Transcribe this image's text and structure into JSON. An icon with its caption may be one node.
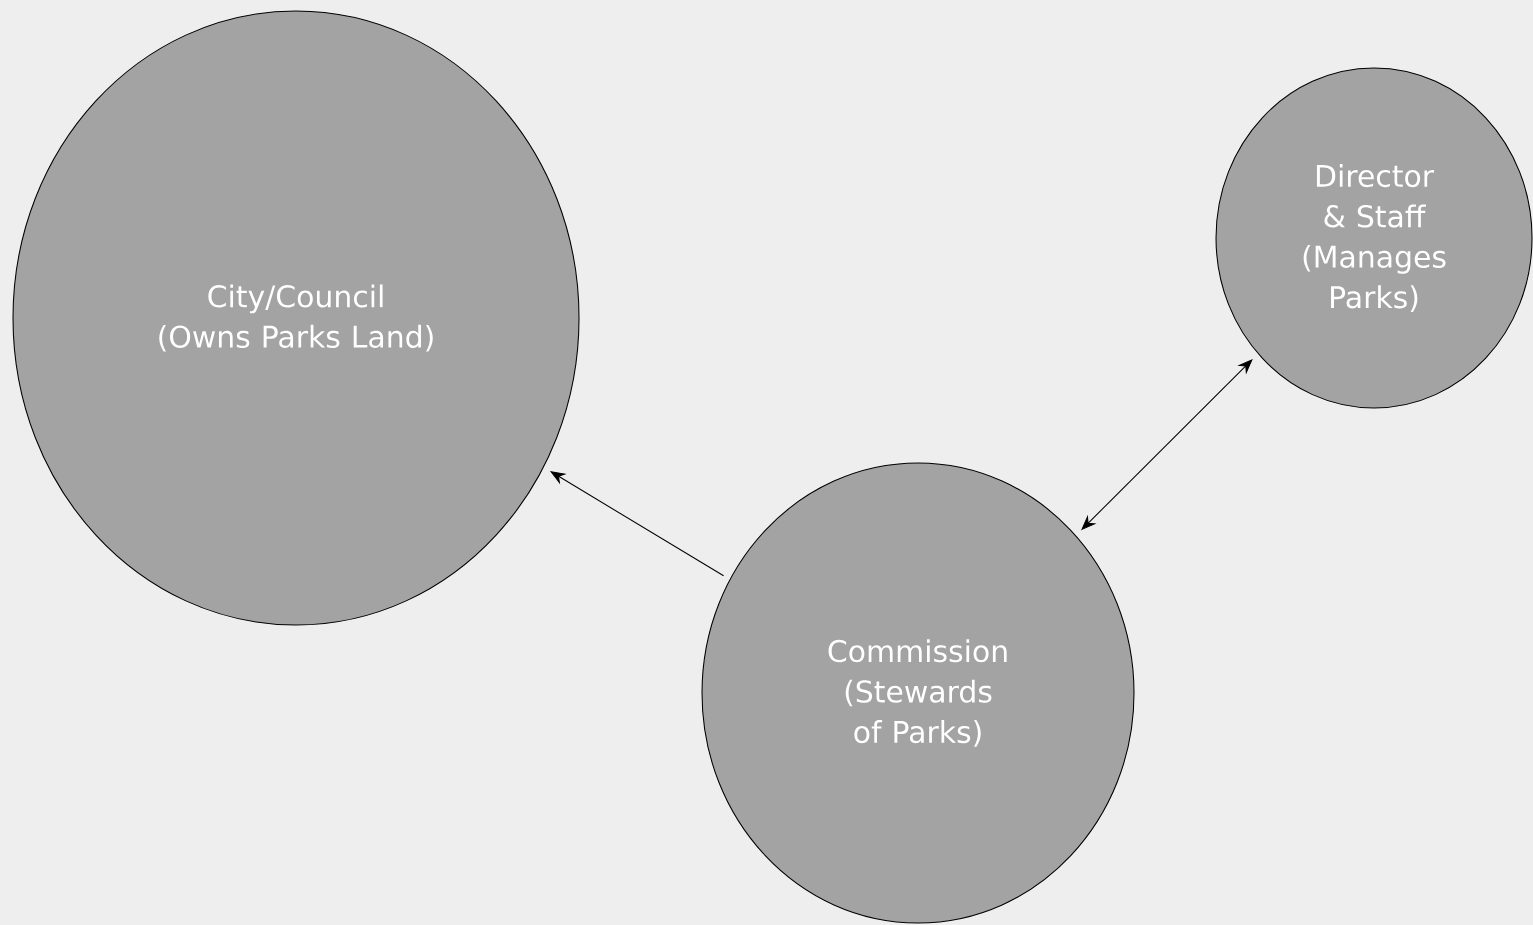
{
  "diagram": {
    "nodes": [
      {
        "text": [
          "City/Council (Owns Parks Land)"
        ]
      },
      {
        "text": [
          "Director & Staff (Manages Parks)"
        ]
      },
      {
        "text": [
          "Commission (Stewards of Parks)"
        ]
      }
    ],
    "edges": [
      {
        "from": 2,
        "to": 0,
        "arrow": "to"
      },
      {
        "from": 1,
        "to": 2,
        "arrow": "both"
      }
    ]
  }
}
